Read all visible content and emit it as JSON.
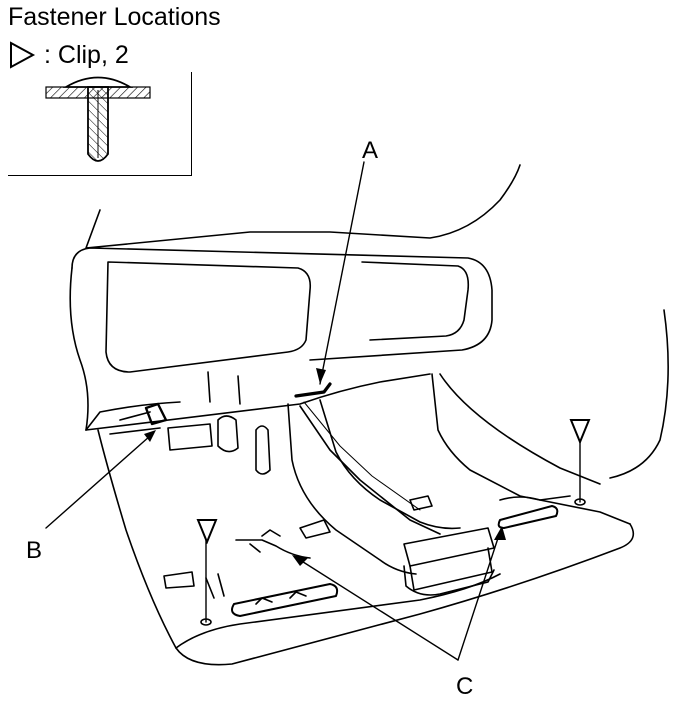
{
  "title": "Fastener Locations",
  "legend": {
    "icon": "triangle-outline-icon",
    "label": ": Clip, 2"
  },
  "callouts": {
    "a": "A",
    "b": "B",
    "c": "C"
  }
}
